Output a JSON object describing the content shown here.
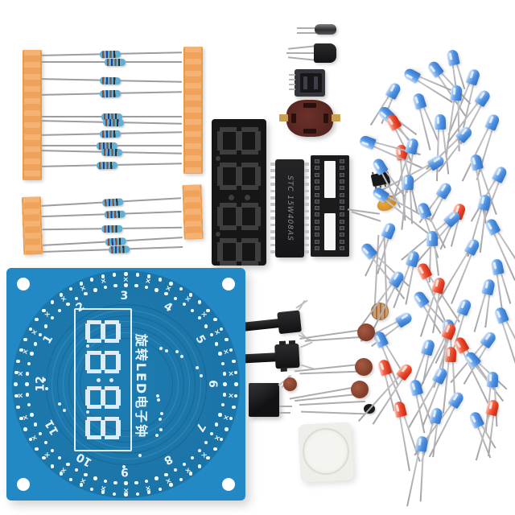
{
  "scene": {
    "description": "DIY rotating LED electronic clock soldering kit - unassembled components arranged on a white background",
    "background_color": "#ffffff"
  },
  "pcb": {
    "color": "#2289c4",
    "silkscreen_title": "旋转LED电子钟",
    "display_value": "8.8:8.8",
    "dial_numbers": [
      "1",
      "2",
      "3",
      "4",
      "5",
      "6",
      "7",
      "8",
      "9",
      "10",
      "11",
      "12"
    ]
  },
  "display_module": {
    "type": "4-digit 7-segment LED display",
    "digits": "8.8:8.8",
    "body_color": "#161616"
  },
  "mcu": {
    "label": "STC 15W408AS",
    "package": "DIP-28"
  },
  "ic_socket": {
    "pins": 28
  },
  "components": {
    "resistor_bundles": [
      {
        "id": "bundle-1",
        "count": 10,
        "rows": [
          [
            8,
            96
          ],
          [
            18,
            102
          ],
          [
            41,
            96
          ],
          [
            57,
            96
          ],
          [
            86,
            98
          ],
          [
            93,
            100
          ],
          [
            107,
            96
          ],
          [
            122,
            92
          ],
          [
            130,
            98
          ],
          [
            146,
            92
          ]
        ]
      },
      {
        "id": "bundle-2",
        "count": 5,
        "rows": [
          [
            17,
            100
          ],
          [
            32,
            102
          ],
          [
            50,
            98
          ],
          [
            66,
            102
          ],
          [
            76,
            106
          ]
        ]
      }
    ],
    "leds": [
      [
        563,
        72,
        -12,
        "b"
      ],
      [
        588,
        96,
        18,
        "b"
      ],
      [
        541,
        86,
        -38,
        "b"
      ],
      [
        512,
        94,
        -62,
        "b"
      ],
      [
        489,
        113,
        28,
        "b"
      ],
      [
        567,
        116,
        4,
        "b"
      ],
      [
        600,
        122,
        33,
        "b"
      ],
      [
        521,
        126,
        -18,
        "b"
      ],
      [
        480,
        142,
        -48,
        "b"
      ],
      [
        612,
        152,
        22,
        "b"
      ],
      [
        547,
        152,
        -2,
        "b"
      ],
      [
        577,
        167,
        42,
        "b"
      ],
      [
        489,
        152,
        -30,
        "r"
      ],
      [
        499,
        190,
        -8,
        "r"
      ],
      [
        457,
        177,
        -70,
        "b"
      ],
      [
        512,
        182,
        14,
        "b"
      ],
      [
        472,
        207,
        -32,
        "b"
      ],
      [
        542,
        202,
        58,
        "b"
      ],
      [
        592,
        202,
        -14,
        "b"
      ],
      [
        621,
        217,
        26,
        "b"
      ],
      [
        507,
        227,
        2,
        "b"
      ],
      [
        552,
        237,
        32,
        "b"
      ],
      [
        473,
        242,
        -56,
        "b"
      ],
      [
        602,
        252,
        12,
        "b"
      ],
      [
        527,
        262,
        -22,
        "b"
      ],
      [
        570,
        263,
        20,
        "r"
      ],
      [
        562,
        272,
        46,
        "b"
      ],
      [
        612,
        282,
        -28,
        "b"
      ],
      [
        483,
        287,
        22,
        "b"
      ],
      [
        537,
        297,
        -2,
        "b"
      ],
      [
        587,
        307,
        27,
        "b"
      ],
      [
        458,
        312,
        -42,
        "b"
      ],
      [
        513,
        322,
        16,
        "b"
      ],
      [
        618,
        332,
        -12,
        "b"
      ],
      [
        527,
        337,
        -28,
        "r"
      ],
      [
        493,
        347,
        32,
        "b"
      ],
      [
        545,
        355,
        14,
        "r"
      ],
      [
        607,
        357,
        12,
        "b"
      ],
      [
        523,
        372,
        -36,
        "b"
      ],
      [
        577,
        382,
        22,
        "b"
      ],
      [
        623,
        392,
        -22,
        "b"
      ],
      [
        502,
        397,
        58,
        "b"
      ],
      [
        557,
        407,
        2,
        "b"
      ],
      [
        558,
        412,
        22,
        "r"
      ],
      [
        607,
        422,
        36,
        "b"
      ],
      [
        473,
        422,
        -26,
        "b"
      ],
      [
        532,
        432,
        16,
        "b"
      ],
      [
        573,
        429,
        -30,
        "r"
      ],
      [
        560,
        441,
        2,
        "r"
      ],
      [
        587,
        447,
        -42,
        "b"
      ],
      [
        478,
        457,
        -18,
        "r"
      ],
      [
        503,
        462,
        38,
        "r"
      ],
      [
        547,
        467,
        26,
        "b"
      ],
      [
        612,
        472,
        2,
        "b"
      ],
      [
        517,
        482,
        -16,
        "b"
      ],
      [
        567,
        497,
        32,
        "b"
      ],
      [
        497,
        509,
        -14,
        "r"
      ],
      [
        612,
        507,
        12,
        "r"
      ],
      [
        542,
        517,
        12,
        "b"
      ],
      [
        592,
        522,
        -26,
        "b"
      ],
      [
        524,
        552,
        8,
        "b"
      ]
    ],
    "led_colors": {
      "blue": "#4b8fe0",
      "red": "#e23b20"
    },
    "disc_capacitors": [
      [
        444,
        402,
        -6,
        75
      ],
      [
        441,
        445,
        -4,
        78
      ],
      [
        436,
        473,
        -8,
        80
      ]
    ]
  }
}
